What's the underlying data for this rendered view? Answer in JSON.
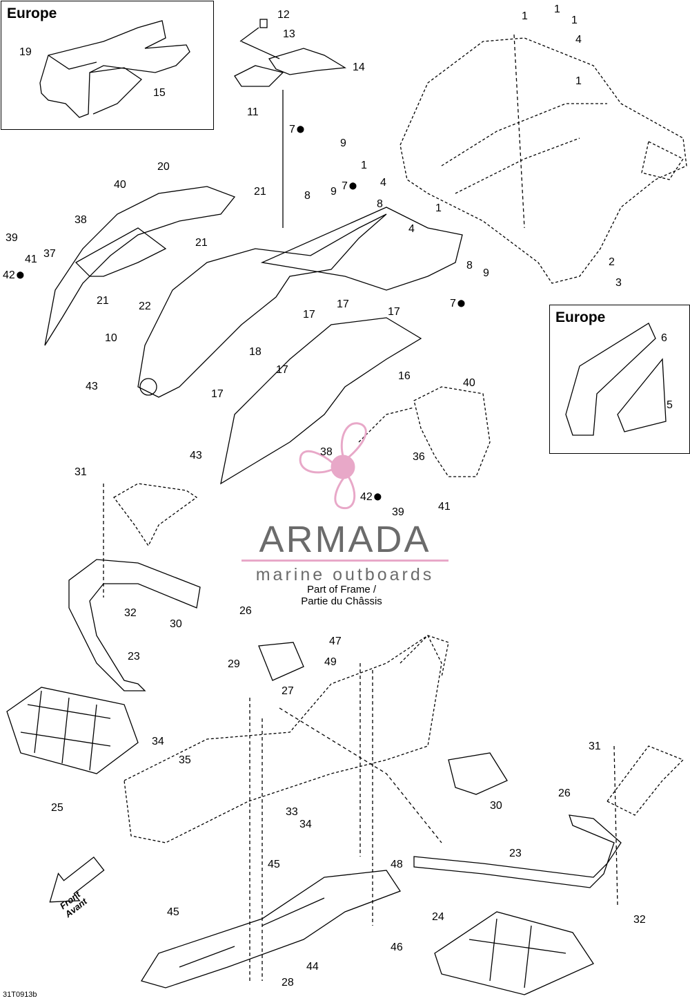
{
  "insets": [
    {
      "title": "Europe",
      "callouts": [
        "19",
        "15"
      ]
    },
    {
      "title": "Europe",
      "callouts": [
        "6",
        "5"
      ]
    }
  ],
  "watermark": {
    "brand": "ARMADA",
    "tagline": "marine outboards",
    "accent_color": "#e8a8c8",
    "icon": "propeller-icon"
  },
  "note": {
    "line1": "Part of Frame /",
    "line2": "Partie du Châssis"
  },
  "direction": {
    "line1": "Front",
    "line2": "Avant",
    "icon": "front-arrow-icon"
  },
  "drawing_code": "31T0913b",
  "callouts": [
    {
      "num": "12"
    },
    {
      "num": "13"
    },
    {
      "num": "14"
    },
    {
      "num": "11"
    },
    {
      "num": "1"
    },
    {
      "num": "1"
    },
    {
      "num": "1"
    },
    {
      "num": "4"
    },
    {
      "num": "1"
    },
    {
      "num": "7",
      "drop": true
    },
    {
      "num": "9"
    },
    {
      "num": "8"
    },
    {
      "num": "9"
    },
    {
      "num": "7",
      "drop": true
    },
    {
      "num": "8"
    },
    {
      "num": "1"
    },
    {
      "num": "4"
    },
    {
      "num": "1"
    },
    {
      "num": "4"
    },
    {
      "num": "2"
    },
    {
      "num": "3"
    },
    {
      "num": "20"
    },
    {
      "num": "40"
    },
    {
      "num": "21"
    },
    {
      "num": "38"
    },
    {
      "num": "21"
    },
    {
      "num": "39"
    },
    {
      "num": "41"
    },
    {
      "num": "37"
    },
    {
      "num": "42",
      "drop": true
    },
    {
      "num": "21"
    },
    {
      "num": "22"
    },
    {
      "num": "8"
    },
    {
      "num": "9"
    },
    {
      "num": "7",
      "drop": true
    },
    {
      "num": "17"
    },
    {
      "num": "17"
    },
    {
      "num": "17"
    },
    {
      "num": "10"
    },
    {
      "num": "18"
    },
    {
      "num": "17"
    },
    {
      "num": "16"
    },
    {
      "num": "17"
    },
    {
      "num": "43"
    },
    {
      "num": "40"
    },
    {
      "num": "43"
    },
    {
      "num": "38"
    },
    {
      "num": "36"
    },
    {
      "num": "42",
      "drop": true
    },
    {
      "num": "39"
    },
    {
      "num": "41"
    },
    {
      "num": "31"
    },
    {
      "num": "32"
    },
    {
      "num": "26"
    },
    {
      "num": "30"
    },
    {
      "num": "23"
    },
    {
      "num": "47"
    },
    {
      "num": "49"
    },
    {
      "num": "29"
    },
    {
      "num": "27"
    },
    {
      "num": "34"
    },
    {
      "num": "35"
    },
    {
      "num": "25"
    },
    {
      "num": "31"
    },
    {
      "num": "26"
    },
    {
      "num": "30"
    },
    {
      "num": "33"
    },
    {
      "num": "34"
    },
    {
      "num": "45"
    },
    {
      "num": "48"
    },
    {
      "num": "23"
    },
    {
      "num": "45"
    },
    {
      "num": "24"
    },
    {
      "num": "32"
    },
    {
      "num": "46"
    },
    {
      "num": "44"
    },
    {
      "num": "28"
    }
  ]
}
